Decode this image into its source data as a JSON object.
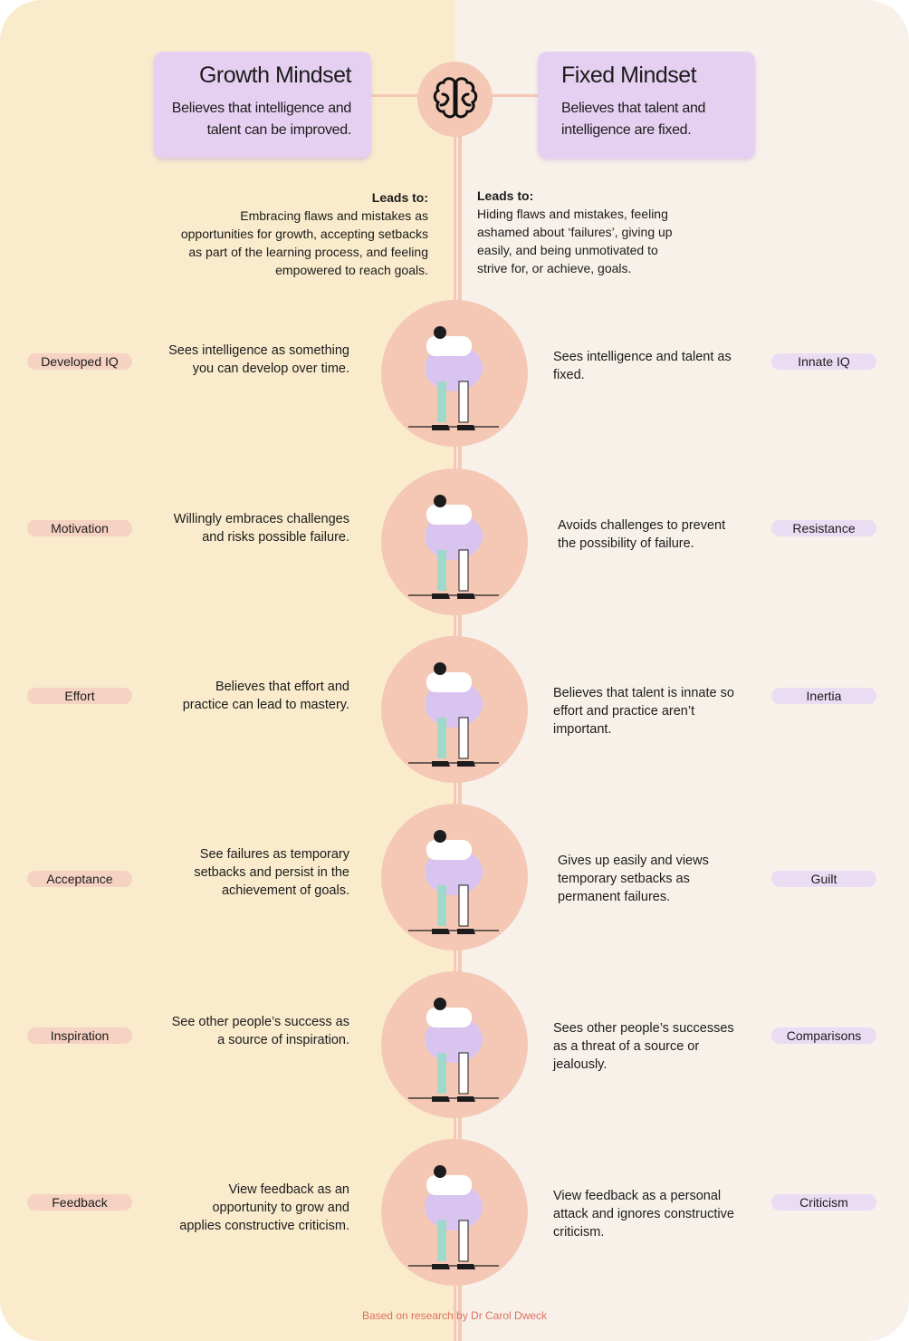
{
  "growth": {
    "title": "Growth Mindset",
    "desc": "Believes that intelligence and talent can be improved.",
    "leads_label": "Leads to:",
    "leads_text": "Embracing flaws and mistakes as opportunities for growth, accepting setbacks as part of the learning process, and feeling empowered to reach goals."
  },
  "fixed": {
    "title": "Fixed Mindset",
    "desc": "Believes that talent and intelligence are fixed.",
    "leads_label": "Leads to:",
    "leads_text": "Hiding flaws and mistakes, feeling ashamed about ‘failures’, giving up easily, and being unmotivated to strive for, or achieve, goals."
  },
  "rows": [
    {
      "left_tag": "Developed IQ",
      "left_text": "Sees intelligence as something you can develop over time.",
      "right_text": "Sees intelligence and talent as fixed.",
      "right_tag": "Innate IQ",
      "illustration": "person-at-desk-illustration"
    },
    {
      "left_tag": "Motivation",
      "left_text": "Willingly embraces challenges and risks possible failure.",
      "right_text": "Avoids challenges to prevent the possibility of failure.",
      "right_tag": "Resistance",
      "illustration": "mountain-climber-illustration"
    },
    {
      "left_tag": "Effort",
      "left_text": "Believes that effort and practice can lead to mastery.",
      "right_text": "Believes that talent is innate so effort and practice aren’t important.",
      "right_tag": "Inertia",
      "illustration": "person-watering-plants-illustration"
    },
    {
      "left_tag": "Acceptance",
      "left_text": "See failures as temporary setbacks and persist in the achievement of goals.",
      "right_text": "Gives up easily and views temporary setbacks as permanent failures.",
      "right_tag": "Guilt",
      "illustration": "person-with-backpack-illustration"
    },
    {
      "left_tag": "Inspiration",
      "left_text": "See other people’s success as a source of inspiration.",
      "right_text": "Sees other people’s successes as a threat of a source or jealously.",
      "right_tag": "Comparisons",
      "illustration": "celebrating-people-illustration"
    },
    {
      "left_tag": "Feedback",
      "left_text": "View feedback as an opportunity to grow and applies constructive criticism.",
      "right_text": "View feedback as a personal attack and ignores constructive criticism.",
      "right_tag": "Criticism",
      "illustration": "person-with-map-illustration"
    }
  ],
  "footer": "Based on research by Dr Carol Dweck",
  "colors": {
    "accent": "#e0705c",
    "purple": "#e6d0f2",
    "peach": "#f4c8b5"
  }
}
